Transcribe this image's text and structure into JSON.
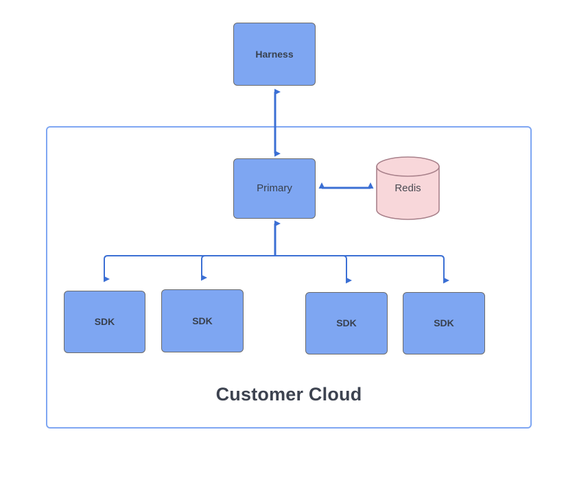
{
  "diagram": {
    "title": "Customer Cloud",
    "background_color": "#ffffff",
    "node_fill": "#7ea6f2",
    "node_border": "#6a6a6a",
    "node_text_color": "#38404d",
    "datastore_fill": "#f8d7da",
    "datastore_border": "#b5838d",
    "connector_color": "#3b6fd4",
    "container_border_color": "#7ea6f2",
    "container_title_color": "#3d4350"
  },
  "nodes": {
    "harness": {
      "label": "Harness"
    },
    "primary": {
      "label": "Primary"
    },
    "redis": {
      "label": "Redis"
    },
    "sdks": [
      {
        "label": "SDK"
      },
      {
        "label": "SDK"
      },
      {
        "label": "SDK"
      },
      {
        "label": "SDK"
      }
    ]
  },
  "container": {
    "title": "Customer Cloud"
  },
  "connections": [
    {
      "from": "harness",
      "to": "primary",
      "direction": "bidirectional"
    },
    {
      "from": "primary",
      "to": "redis",
      "direction": "bidirectional"
    },
    {
      "from": "sdk-1",
      "to": "primary",
      "direction": "into-primary"
    },
    {
      "from": "sdk-2",
      "to": "primary",
      "direction": "into-primary"
    },
    {
      "from": "sdk-3",
      "to": "primary",
      "direction": "into-primary"
    },
    {
      "from": "sdk-4",
      "to": "primary",
      "direction": "into-primary"
    }
  ]
}
